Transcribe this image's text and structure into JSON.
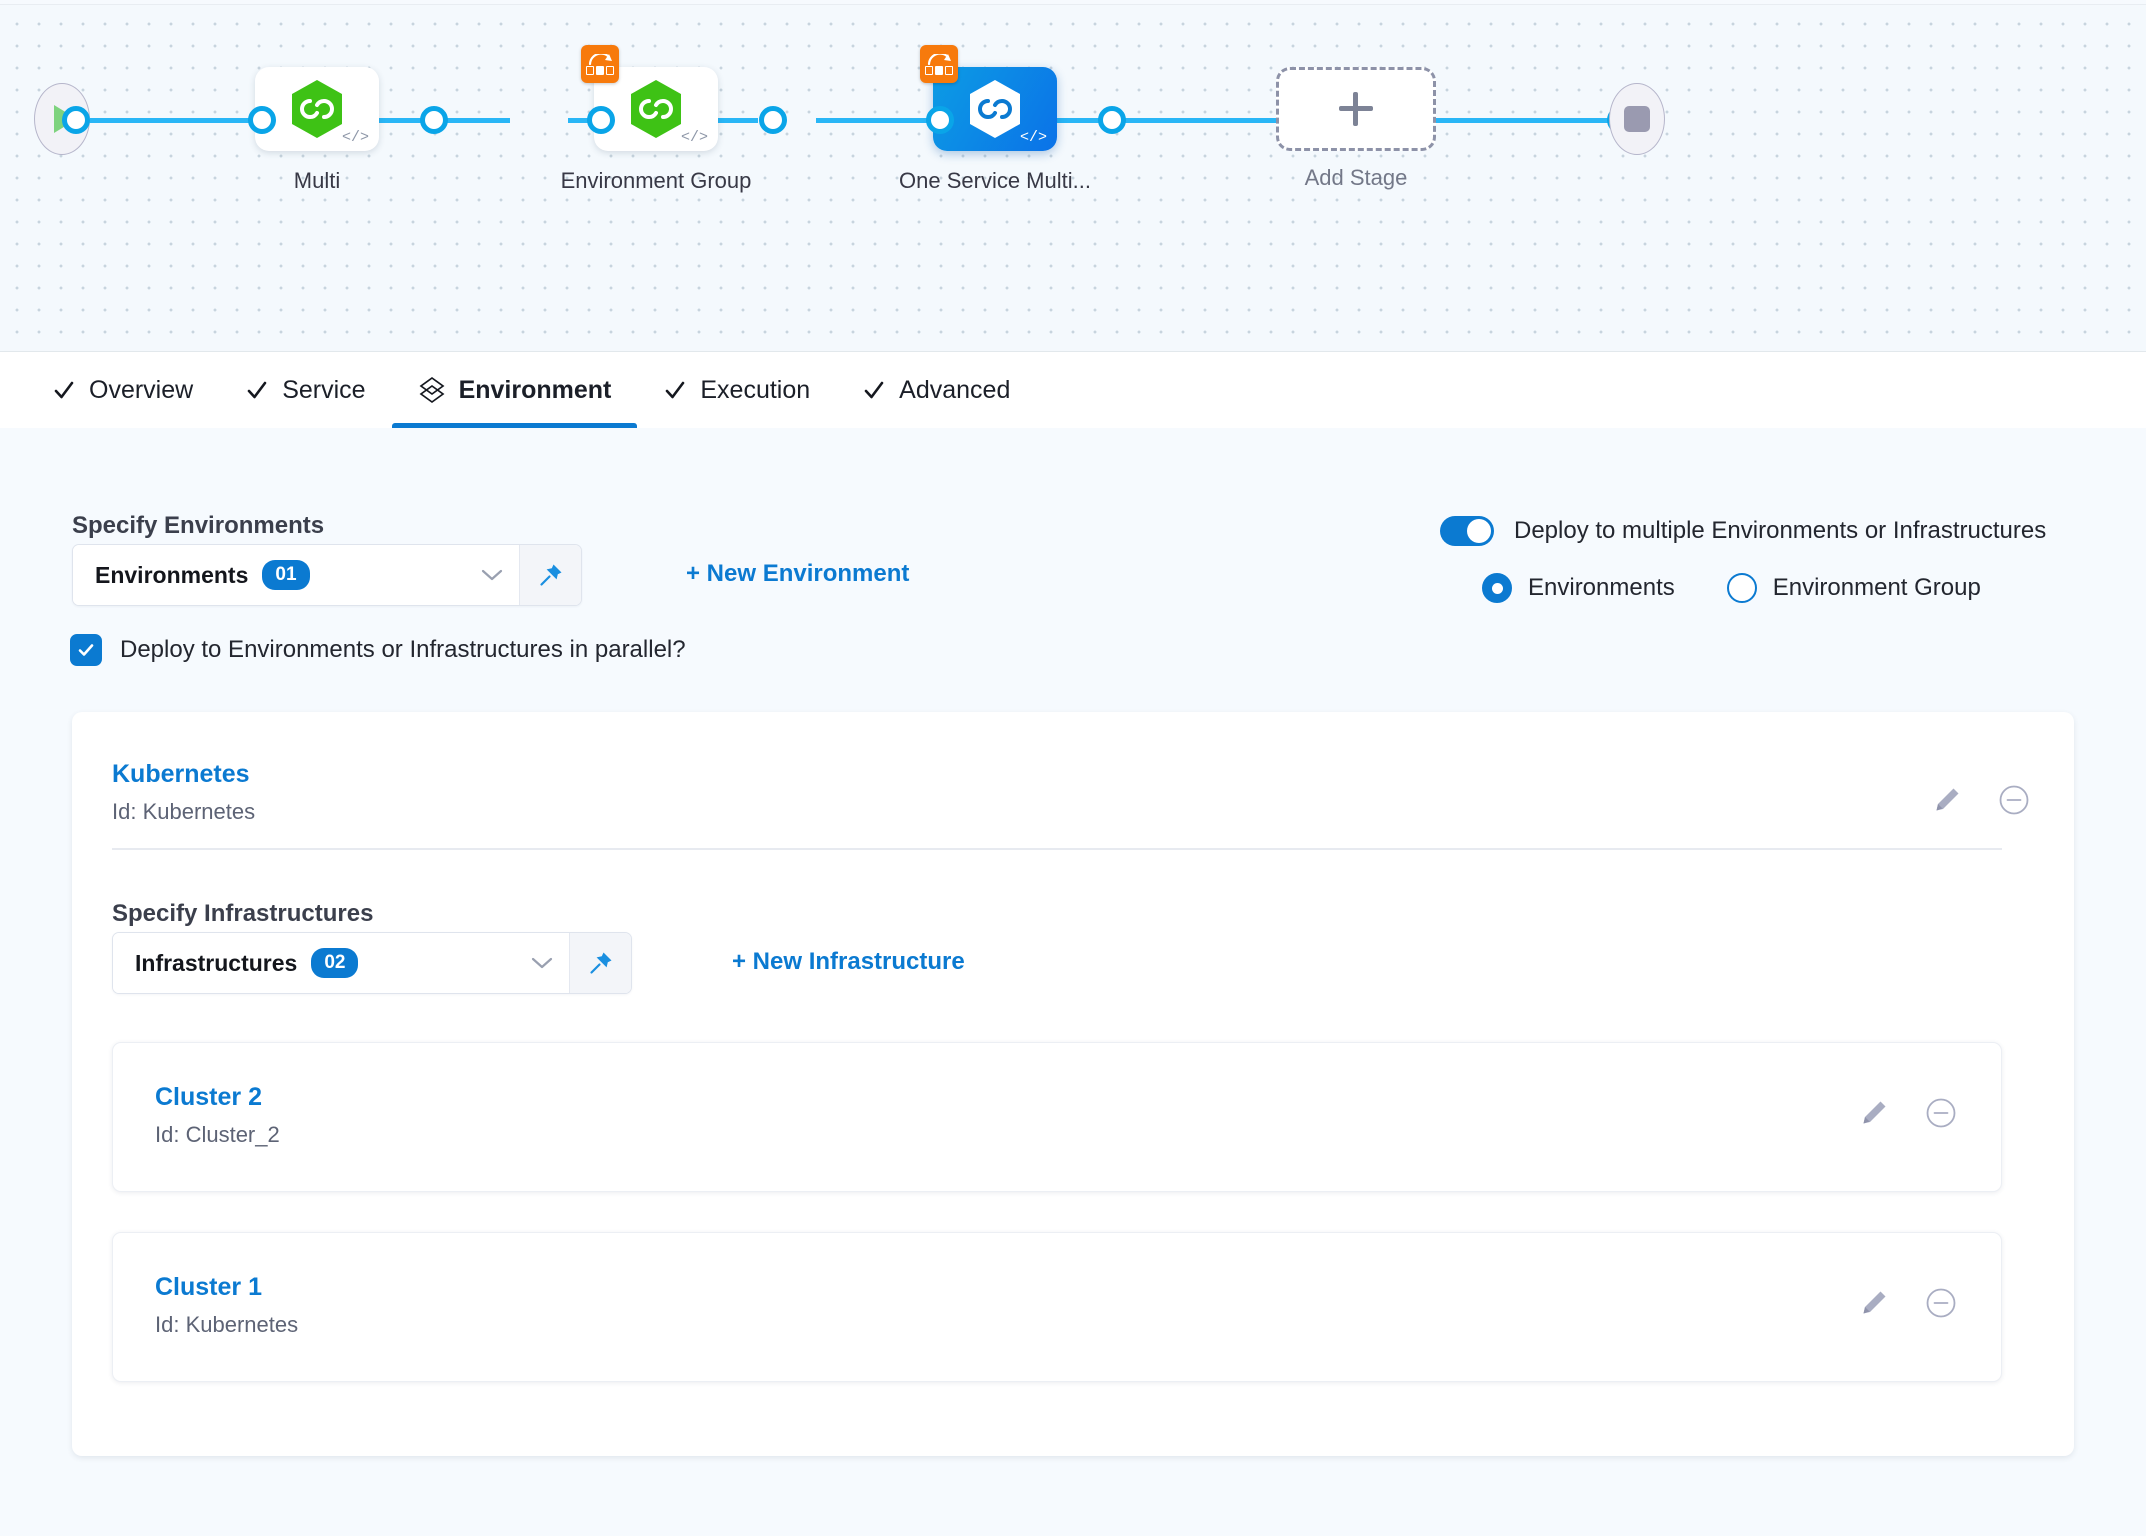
{
  "pipeline": {
    "start_node": "start-node",
    "end_node": "end-node",
    "add_stage_label": "Add Stage",
    "stages": [
      {
        "label": "Multi",
        "icon": "harness-hexagon-green-icon",
        "selected": false,
        "multi_badge": false
      },
      {
        "label": "Environment Group",
        "icon": "harness-hexagon-green-icon",
        "selected": false,
        "multi_badge": true
      },
      {
        "label": "One Service Multi...",
        "icon": "harness-hexagon-white-icon",
        "selected": true,
        "multi_badge": true
      }
    ]
  },
  "tabs": [
    {
      "label": "Overview",
      "icon": "check-icon",
      "active": false
    },
    {
      "label": "Service",
      "icon": "check-icon",
      "active": false
    },
    {
      "label": "Environment",
      "icon": "environment-layers-icon",
      "active": true
    },
    {
      "label": "Execution",
      "icon": "check-icon",
      "active": false
    },
    {
      "label": "Advanced",
      "icon": "check-icon",
      "active": false
    }
  ],
  "environments_section": {
    "label": "Specify Environments",
    "dropdown": {
      "text": "Environments",
      "count": "01",
      "chevron": "chevron-down-icon",
      "pin": "pin-icon"
    },
    "new_link": "+ New Environment",
    "parallel_checkbox": {
      "label": "Deploy to Environments or Infrastructures in parallel?",
      "checked": true
    }
  },
  "multi_deploy": {
    "toggle_label": "Deploy to multiple Environments or Infrastructures",
    "toggle_on": true,
    "radios": [
      {
        "label": "Environments",
        "selected": true
      },
      {
        "label": "Environment Group",
        "selected": false
      }
    ]
  },
  "environment_card": {
    "title": "Kubernetes",
    "id": "Id: Kubernetes",
    "edit_icon": "pencil-icon",
    "remove_icon": "minus-circle-icon"
  },
  "infrastructures_section": {
    "label": "Specify Infrastructures",
    "dropdown": {
      "text": "Infrastructures",
      "count": "02",
      "chevron": "chevron-down-icon",
      "pin": "pin-icon"
    },
    "new_link": "+ New Infrastructure",
    "items": [
      {
        "title": "Cluster 2",
        "id": "Id: Cluster_2"
      },
      {
        "title": "Cluster 1",
        "id": "Id: Kubernetes"
      }
    ]
  },
  "colors": {
    "accent": "#0b7ad1",
    "line": "#29b6f6",
    "badge_orange": "#f77a0c",
    "hex_green": "#3ec215",
    "page_bg": "#f6fafe"
  }
}
